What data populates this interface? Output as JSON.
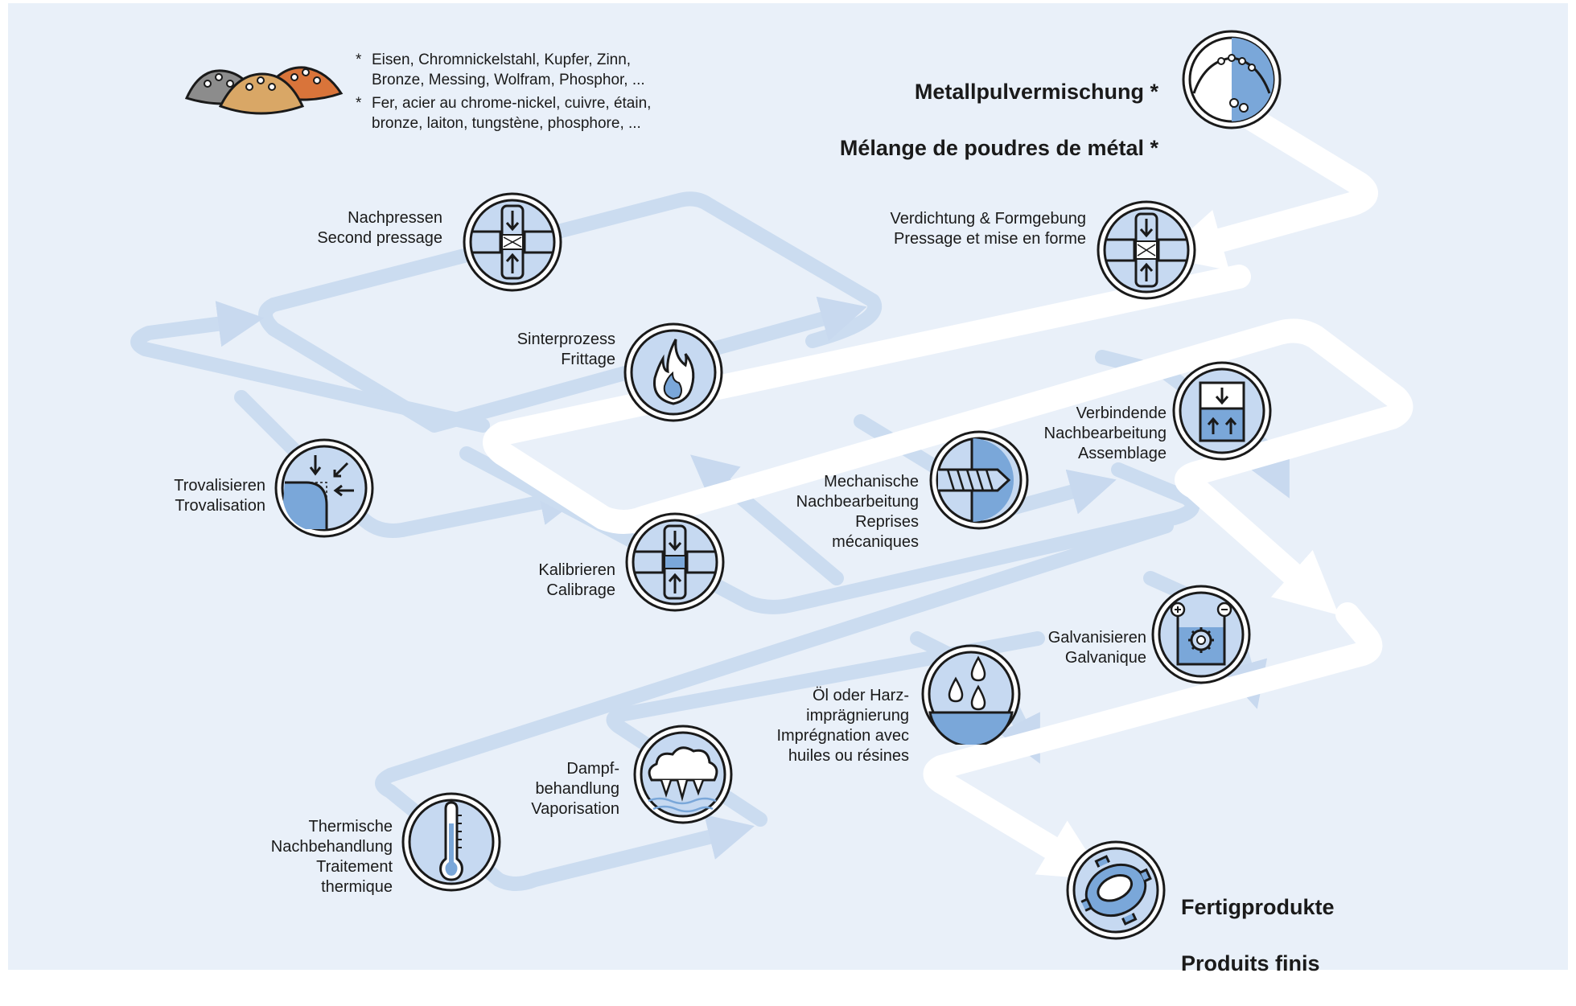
{
  "start": {
    "title_de": "Metallpulvermischung *",
    "title_fr": "Mélange de poudres de métal *"
  },
  "footnote": {
    "star": "*",
    "de": "Eisen, Chromnickelstahl, Kupfer, Zinn,\nBronze, Messing, Wolfram, Phosphor, ...",
    "fr": "Fer, acier au chrome-nickel, cuivre, étain,\nbronze, laiton, tungstène, phosphore, ..."
  },
  "steps": {
    "compacting": "Verdichtung & Formgebung\nPressage et mise en forme",
    "repressing": "Nachpressen\nSecond pressage",
    "sintering": "Sinterprozess\nFrittage",
    "tumbling": "Trovalisieren\nTrovalisation",
    "sizing": "Kalibrieren\nCalibrage",
    "machining": "Mechanische\nNachbearbeitung\nReprises\nmécaniques",
    "assembly": "Verbindende\nNachbearbeitung\nAssemblage",
    "galvanizing": "Galvanisieren\nGalvanique",
    "impregnation": "Öl oder Harz-\nimprägnierung\nImprégnation avec\nhuiles ou résines",
    "steam": "Dampf-\nbehandlung\nVaporisation",
    "heat": "Thermische\nNachbehandlung\nTraitement\nthermique"
  },
  "end": {
    "title_de": "Fertigprodukte",
    "title_fr": "Produits finis"
  },
  "colors": {
    "background": "#e9f0f9",
    "flow_main": "#ffffff",
    "flow_secondary": "#c8d9ef",
    "icon_fill": "#c6d9f1",
    "icon_accent": "#7aa7d9",
    "outline": "#1a1a1a"
  },
  "icons": [
    "powder-heaps-icon",
    "powder-mix-icon",
    "press-icon",
    "flame-icon",
    "corner-round-icon",
    "sizing-press-icon",
    "screw-icon",
    "assembly-press-icon",
    "galvanic-bath-icon",
    "droplets-icon",
    "steam-cloud-icon",
    "thermometer-icon",
    "finished-ring-icon"
  ]
}
